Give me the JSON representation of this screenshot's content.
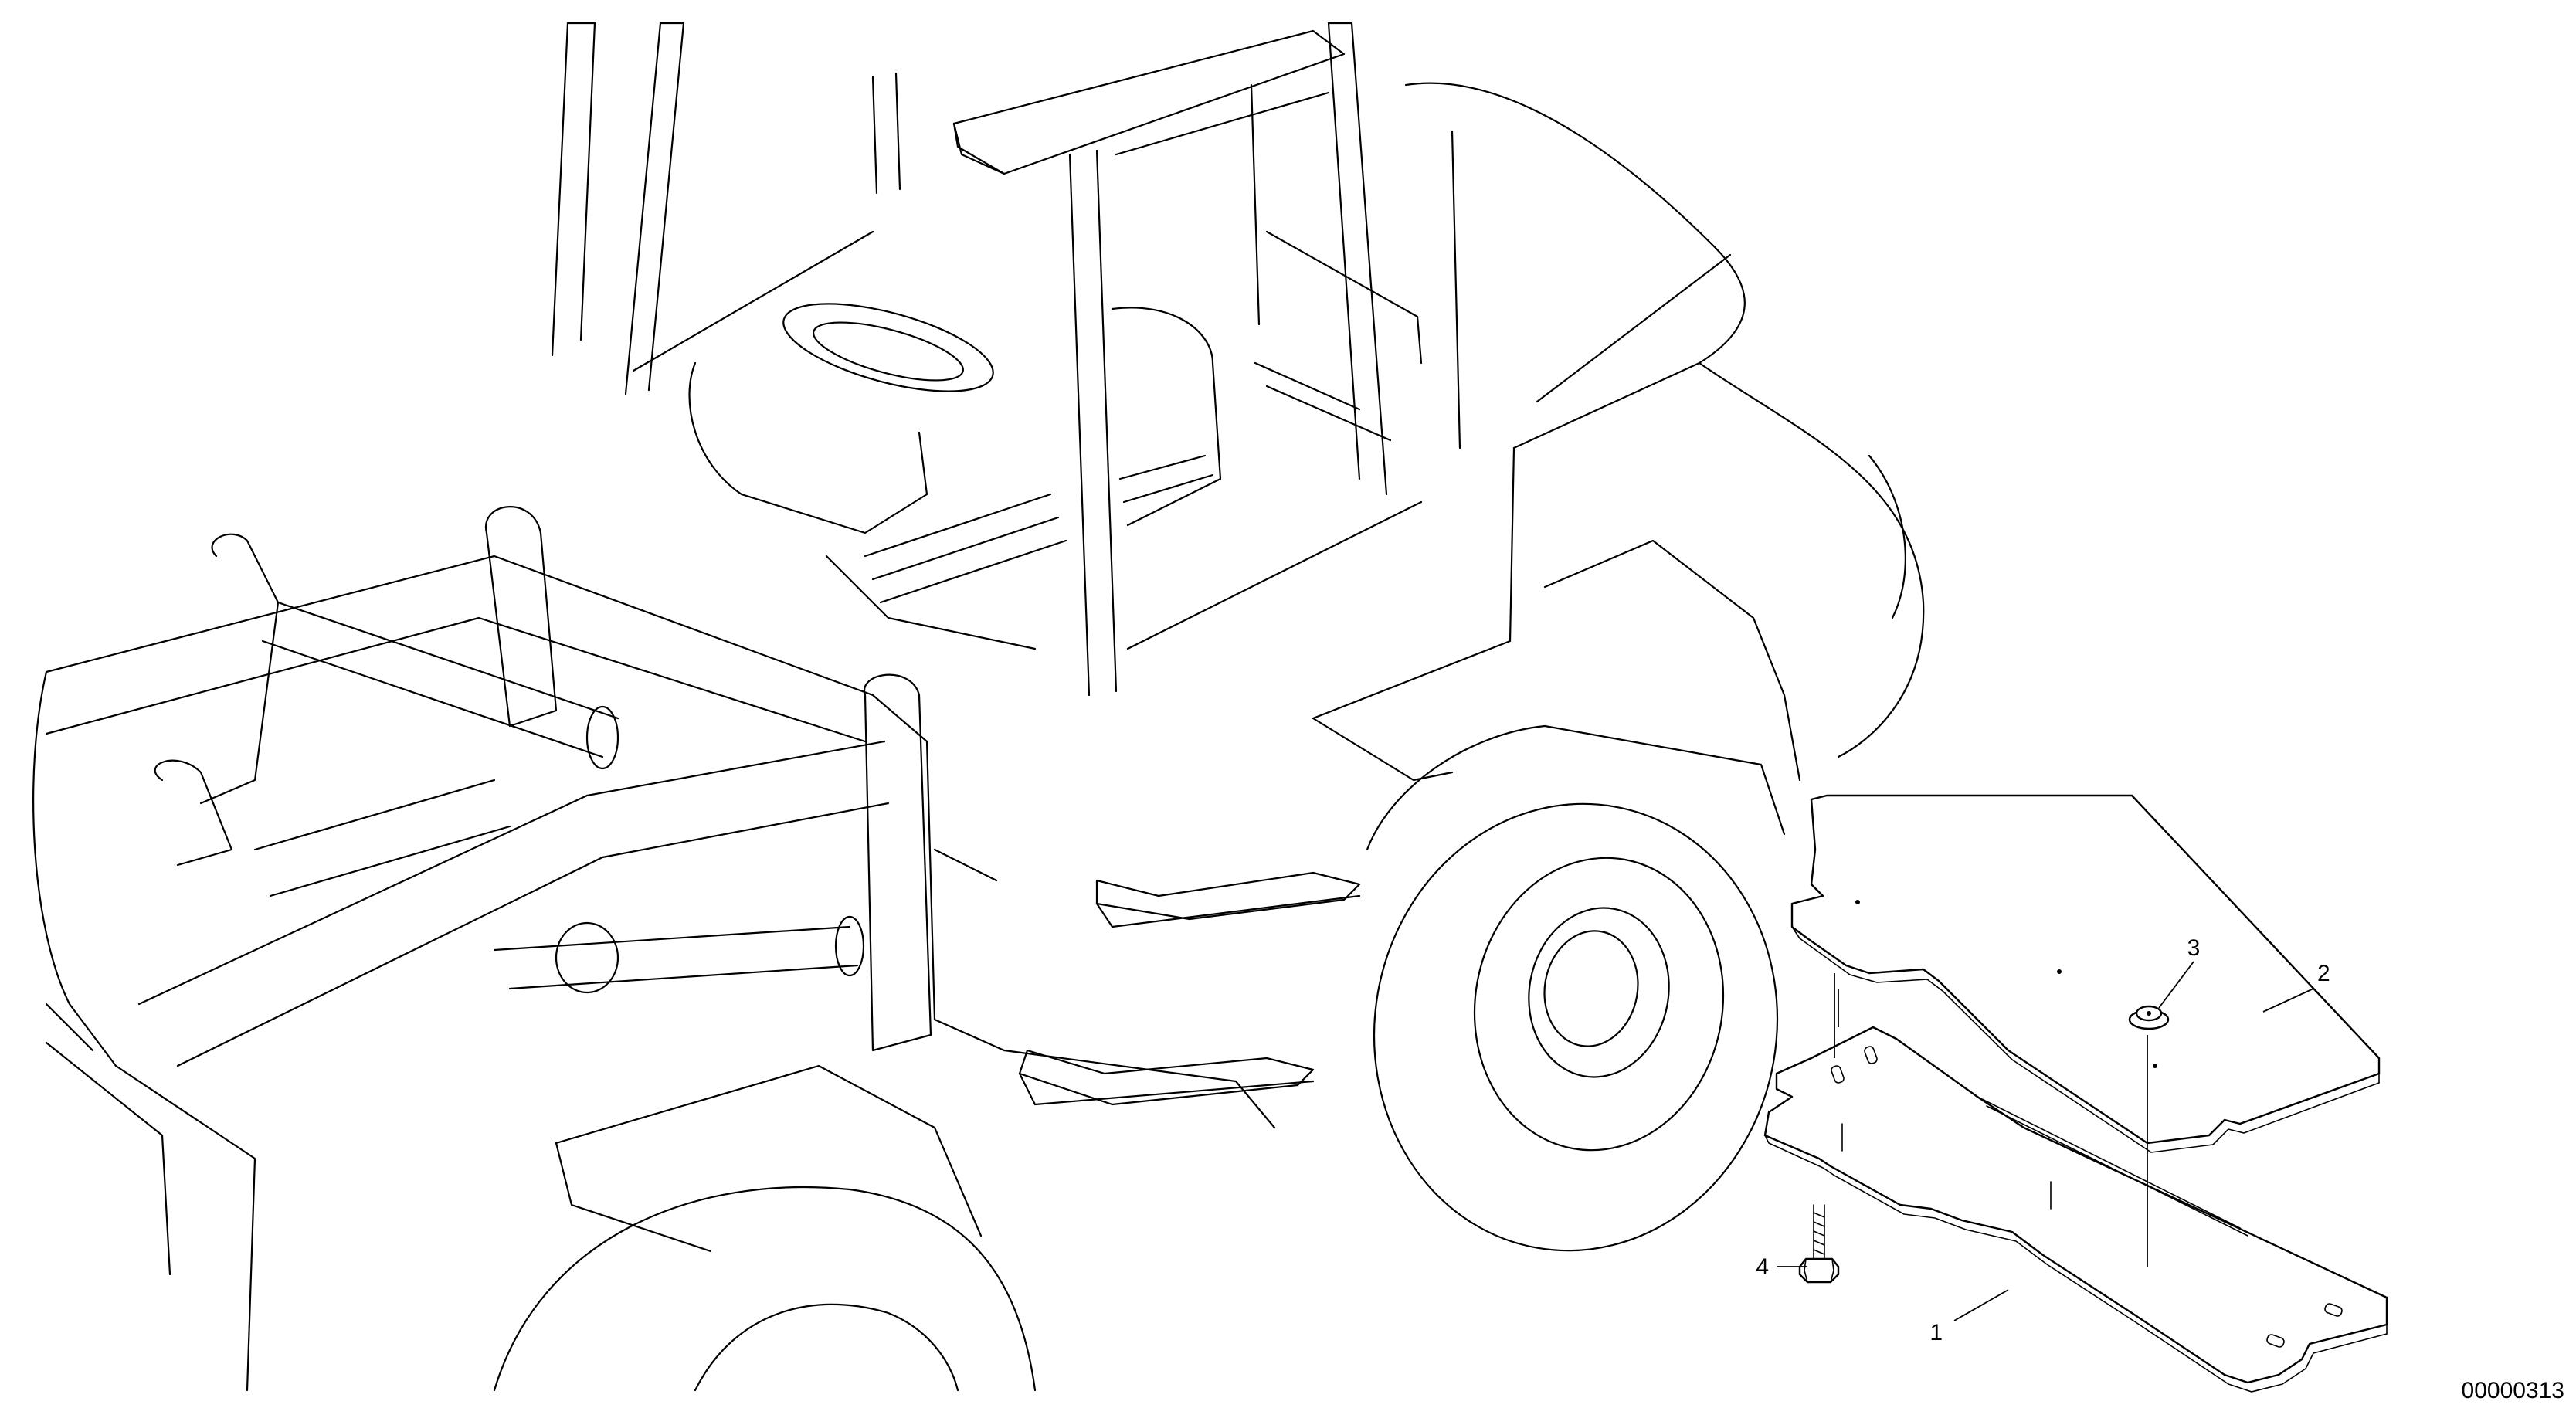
{
  "callouts": [
    {
      "label": "1",
      "part": "lower-floor-plate"
    },
    {
      "label": "2",
      "part": "upper-floor-mat"
    },
    {
      "label": "3",
      "part": "grommet"
    },
    {
      "label": "4",
      "part": "bolt"
    }
  ],
  "document_number": "00000313"
}
